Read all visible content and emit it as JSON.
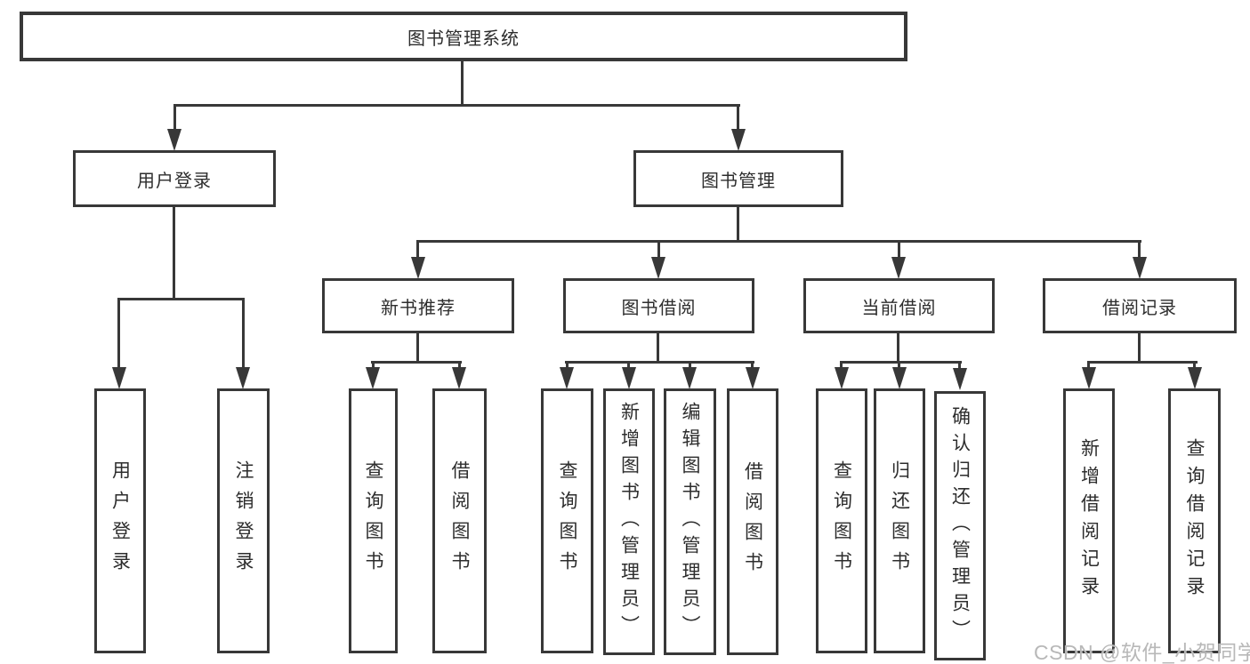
{
  "colors": {
    "line": "#383838",
    "text": "#2d2d2d",
    "watermark": "#b8b8b8",
    "background": "#ffffff"
  },
  "nodes": {
    "root": "图书管理系统",
    "user_login": "用户登录",
    "book_mgmt": "图书管理",
    "new_book_rec": "新书推荐",
    "book_borrow": "图书借阅",
    "current_borrow": "当前借阅",
    "borrow_records": "借阅记录",
    "ul_login": "用户登录",
    "ul_logout": "注销登录",
    "nbr_query": "查询图书",
    "nbr_borrow": "借阅图书",
    "bb_query": "查询图书",
    "bb_add": "新增图书（管理员）",
    "bb_edit": "编辑图书（管理员）",
    "bb_borrow": "借阅图书",
    "cb_query": "查询图书",
    "cb_return": "归还图书",
    "cb_confirm": "确认归还（管理员）",
    "br_add": "新增借阅记录",
    "br_query": "查询借阅记录"
  },
  "hierarchy": {
    "图书管理系统": {
      "用户登录": [
        "用户登录",
        "注销登录"
      ],
      "图书管理": {
        "新书推荐": [
          "查询图书",
          "借阅图书"
        ],
        "图书借阅": [
          "查询图书",
          "新增图书（管理员）",
          "编辑图书（管理员）",
          "借阅图书"
        ],
        "当前借阅": [
          "查询图书",
          "归还图书",
          "确认归还（管理员）"
        ],
        "借阅记录": [
          "新增借阅记录",
          "查询借阅记录"
        ]
      }
    }
  },
  "watermark": {
    "text": "CSDN @软件_小贺同学"
  }
}
